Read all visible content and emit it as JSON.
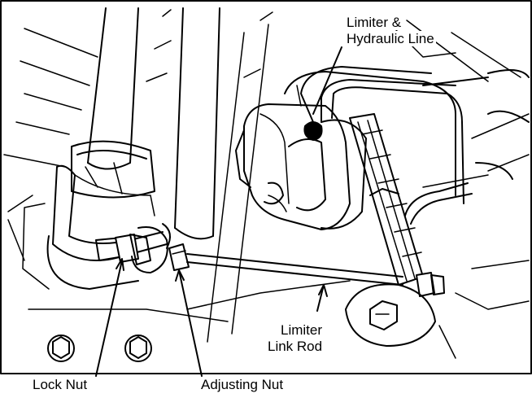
{
  "labels": {
    "limiter_hydraulic_line_1": "Limiter &",
    "limiter_hydraulic_line_2": "Hydraulic Line",
    "limiter_link_rod_1": "Limiter",
    "limiter_link_rod_2": "Link Rod",
    "lock_nut": "Lock Nut",
    "adjusting_nut": "Adjusting Nut"
  },
  "colors": {
    "ink": "#000000",
    "paper": "#ffffff"
  }
}
